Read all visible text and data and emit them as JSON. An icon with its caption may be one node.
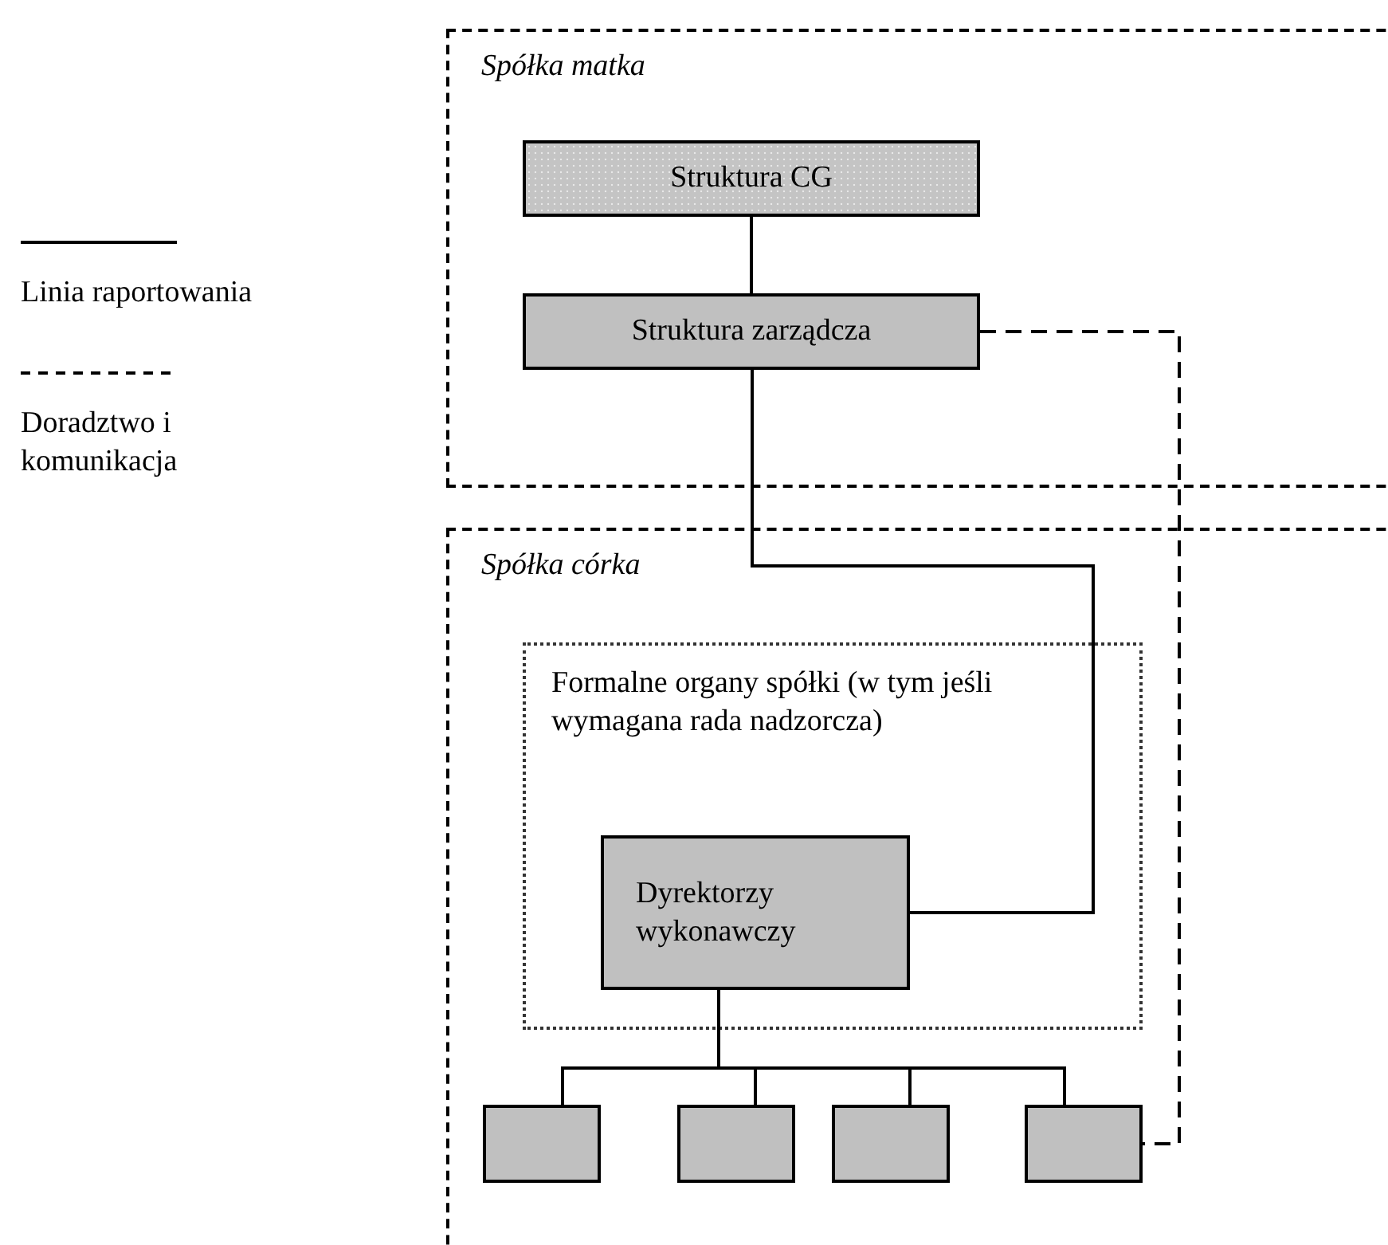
{
  "diagram": {
    "nodes": [
      {
        "text": [
          "Spółka matka"
        ]
      },
      {
        "text": [
          "Struktura CG"
        ],
        "in": 0
      },
      {
        "text": [
          "Struktura zarządcza"
        ],
        "in": 0
      },
      {
        "text": [
          "Spółka córka"
        ]
      },
      {
        "text": [
          "Formalne organy spółki (w tym jeśli wymagana rada nadzorcza)"
        ],
        "in": 3
      },
      {
        "text": [
          "Dyrektorzy wykonawczy"
        ],
        "in": 4
      },
      {
        "text": [],
        "shape": "box",
        "in": 3
      },
      {
        "text": [],
        "shape": "box",
        "in": 3
      },
      {
        "text": [],
        "shape": "box",
        "in": 3
      },
      {
        "text": [],
        "shape": "box",
        "in": 3
      }
    ],
    "edges": [
      {
        "from": 1,
        "to": 2,
        "arrow": "none"
      },
      {
        "from": 2,
        "to": 5,
        "arrow": "none"
      },
      {
        "from": 2,
        "to": 9,
        "arrow": "none",
        "style": "dashed"
      },
      {
        "from": 5,
        "to": 6,
        "arrow": "none"
      },
      {
        "from": 5,
        "to": 7,
        "arrow": "none"
      },
      {
        "from": 5,
        "to": 8,
        "arrow": "none"
      },
      {
        "from": 5,
        "to": 9,
        "arrow": "none"
      }
    ],
    "legend": [
      {
        "text": "Linia raportowania"
      },
      {
        "text": "Doradztwo i komunikacja"
      }
    ]
  }
}
